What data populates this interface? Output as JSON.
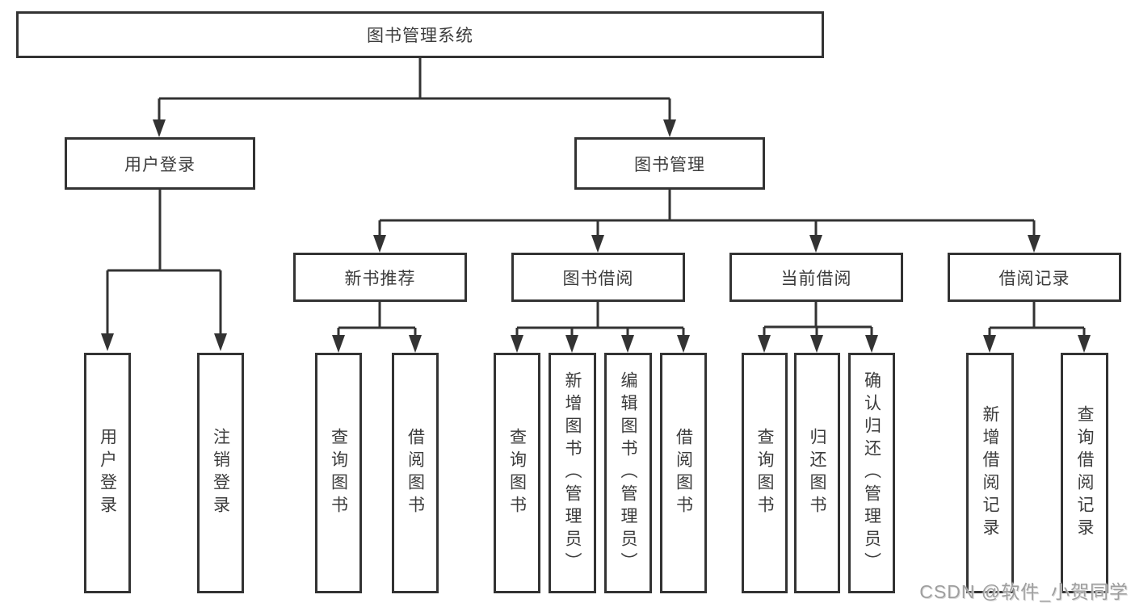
{
  "diagram": {
    "type": "hierarchy",
    "root": {
      "label": "图书管理系统"
    },
    "level2": [
      {
        "label": "用户登录"
      },
      {
        "label": "图书管理"
      }
    ],
    "level3": [
      {
        "label": "新书推荐",
        "parent": "图书管理"
      },
      {
        "label": "图书借阅",
        "parent": "图书管理"
      },
      {
        "label": "当前借阅",
        "parent": "图书管理"
      },
      {
        "label": "借阅记录",
        "parent": "图书管理"
      }
    ],
    "leaves": [
      {
        "label": "用户登录",
        "parent": "用户登录"
      },
      {
        "label": "注销登录",
        "parent": "用户登录"
      },
      {
        "label": "查询图书",
        "parent": "新书推荐"
      },
      {
        "label": "借阅图书",
        "parent": "新书推荐"
      },
      {
        "label": "查询图书",
        "parent": "图书借阅"
      },
      {
        "label": "新增图书（管理员）",
        "parent": "图书借阅"
      },
      {
        "label": "编辑图书（管理员）",
        "parent": "图书借阅"
      },
      {
        "label": "借阅图书",
        "parent": "图书借阅"
      },
      {
        "label": "查询图书",
        "parent": "当前借阅"
      },
      {
        "label": "归还图书",
        "parent": "当前借阅"
      },
      {
        "label": "确认归还（管理员）",
        "parent": "当前借阅"
      },
      {
        "label": "新增借阅记录",
        "parent": "借阅记录"
      },
      {
        "label": "查询借阅记录",
        "parent": "借阅记录"
      }
    ],
    "watermark": "CSDN @软件_小贺同学",
    "colors": {
      "line": "#333333",
      "text": "#3c3c3c",
      "background": "#ffffff",
      "watermark": "#9e9e9e"
    }
  }
}
